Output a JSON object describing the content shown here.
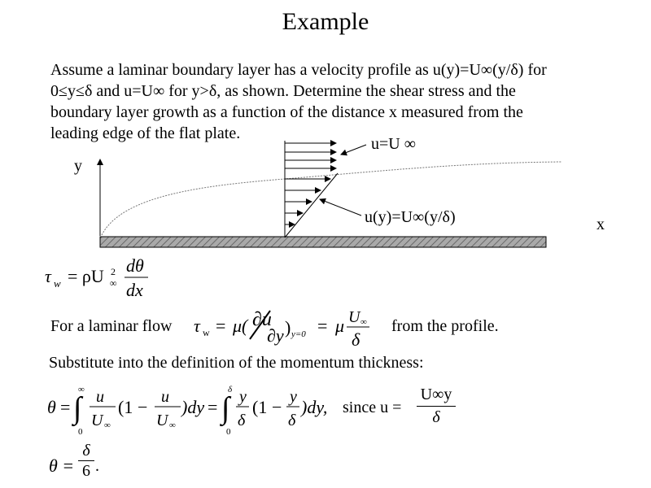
{
  "slide": {
    "title": "Example",
    "intro_lines": [
      "Assume a laminar boundary layer has a velocity profile as u(y)=U∞(y/δ) for",
      "0≤y≤δ and u=U∞ for y>δ, as shown.  Determine the shear stress and the",
      "boundary layer growth as a function of the distance x measured from the",
      "leading edge of the flat plate."
    ],
    "diagram": {
      "y_axis_label": "y",
      "x_axis_label": "x",
      "upper_label": "u=U ∞",
      "lower_label": "u(y)=U∞(y/δ)"
    },
    "equations": {
      "eq1_tau": "τ",
      "eq1_sub": "w",
      "eq1_rhs": "= ρU",
      "eq1_inf": "∞",
      "eq1_sq": "2",
      "eq1_num": "dθ",
      "eq1_den": "dx",
      "laminar_prefix": "For a laminar flow",
      "laminar_suffix": "from the profile.",
      "substitute_text": "Substitute into the definition of the momentum thickness:",
      "since_text": "since u =",
      "since_num": "U∞y",
      "since_den": "δ",
      "final_lhs": "θ =",
      "final_num": "δ",
      "final_den": "6",
      "final_dot": "."
    }
  }
}
